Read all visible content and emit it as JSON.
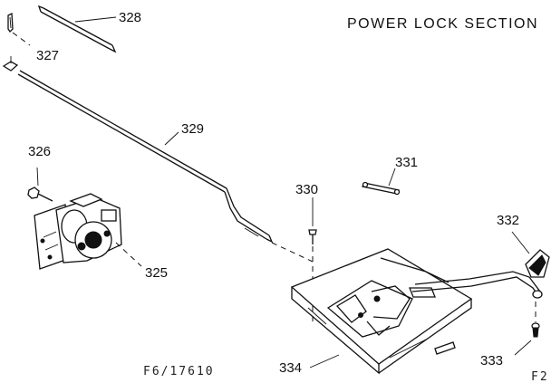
{
  "title": "POWER LOCK SECTION",
  "drawing_code": "F6/17610",
  "corner_code": "F2",
  "callouts": {
    "p325": "325",
    "p326": "326",
    "p327": "327",
    "p328": "328",
    "p329": "329",
    "p330": "330",
    "p331": "331",
    "p332": "332",
    "p333": "333",
    "p334": "334"
  }
}
